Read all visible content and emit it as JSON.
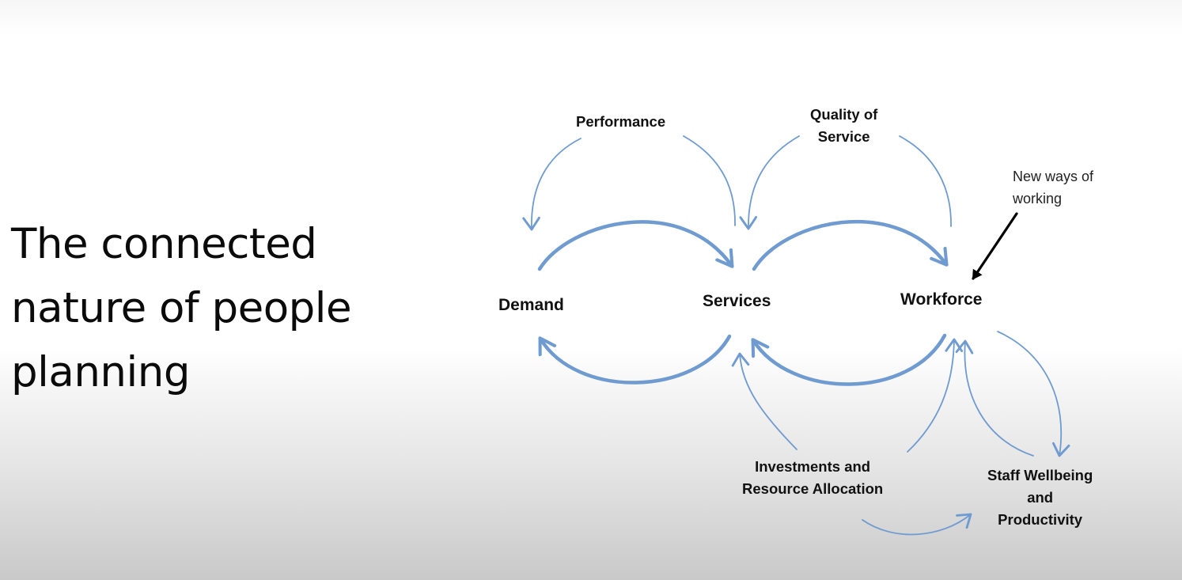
{
  "slide": {
    "title_lines": [
      "The connected",
      "nature of people",
      "planning"
    ]
  },
  "diagram": {
    "colors": {
      "arrow": "#6f9bd1",
      "callout_arrow": "#000000",
      "text": "#111111"
    },
    "nodes": {
      "demand": "Demand",
      "services": "Services",
      "workforce": "Workforce",
      "performance": "Performance",
      "quality": [
        "Quality of",
        "Service"
      ],
      "investments": [
        "Investments and",
        "Resource Allocation"
      ],
      "staff": [
        "Staff Wellbeing",
        "and",
        "Productivity"
      ]
    },
    "annotation": [
      "New ways of",
      "working"
    ],
    "connections": [
      {
        "from": "Demand",
        "to": "Services",
        "weight": "thick"
      },
      {
        "from": "Services",
        "to": "Workforce",
        "weight": "thick"
      },
      {
        "from": "Services",
        "to": "Demand",
        "weight": "thick"
      },
      {
        "from": "Workforce",
        "to": "Services",
        "weight": "thick"
      },
      {
        "from": "Services",
        "to": "Performance",
        "weight": "thin"
      },
      {
        "from": "Performance",
        "to": "Demand",
        "weight": "thin"
      },
      {
        "from": "Workforce",
        "to": "Quality of Service",
        "weight": "thin"
      },
      {
        "from": "Quality of Service",
        "to": "Services",
        "weight": "thin"
      },
      {
        "from": "Investments and Resource Allocation",
        "to": "Services",
        "weight": "thin"
      },
      {
        "from": "Investments and Resource Allocation",
        "to": "Workforce",
        "weight": "thin"
      },
      {
        "from": "Investments and Resource Allocation",
        "to": "Staff Wellbeing and Productivity",
        "weight": "thin"
      },
      {
        "from": "Staff Wellbeing and Productivity",
        "to": "Workforce",
        "weight": "thin"
      },
      {
        "from": "Workforce",
        "to": "Staff Wellbeing and Productivity",
        "weight": "thin"
      },
      {
        "from": "New ways of working",
        "to": "Workforce",
        "weight": "callout"
      }
    ]
  }
}
